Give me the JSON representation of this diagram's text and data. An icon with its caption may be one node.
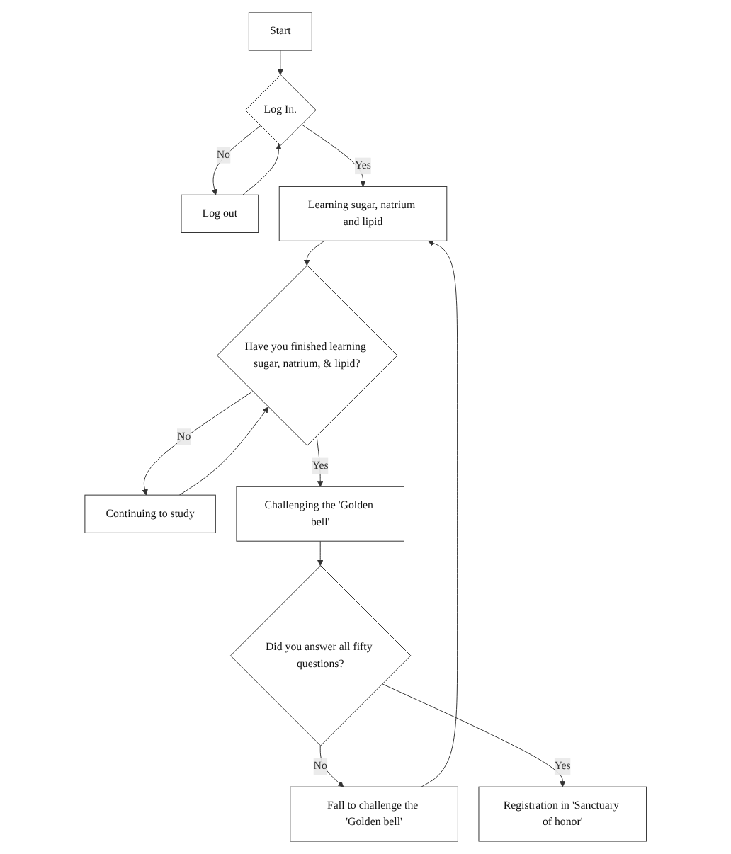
{
  "diagram": {
    "nodes": [
      {
        "text": [
          "Start"
        ]
      },
      {
        "text": [
          "Log In."
        ]
      },
      {
        "text": [
          "Log out"
        ]
      },
      {
        "text": [
          "Learning sugar, natrium and lipid"
        ]
      },
      {
        "text": [
          "Have you finished learning sugar, natrium, & lipid?"
        ]
      },
      {
        "text": [
          "Continuing to study"
        ]
      },
      {
        "text": [
          "Challenging the 'Golden bell'"
        ]
      },
      {
        "text": [
          "Did you answer all fifty questions?"
        ]
      },
      {
        "text": [
          "Fall to challenge the 'Golden bell'"
        ]
      },
      {
        "text": [
          "Registration in 'Sanctuary of honor'"
        ]
      }
    ],
    "edges": [
      {
        "from": 0,
        "to": 1,
        "arrow": "to"
      },
      {
        "from": 1,
        "to": 2,
        "arrow": "to",
        "label": "No"
      },
      {
        "from": 2,
        "to": 1,
        "arrow": "to"
      },
      {
        "from": 1,
        "to": 3,
        "arrow": "to",
        "label": "Yes"
      },
      {
        "from": 3,
        "to": 4,
        "arrow": "to"
      },
      {
        "from": 4,
        "to": 5,
        "arrow": "to",
        "label": "No"
      },
      {
        "from": 5,
        "to": 4,
        "arrow": "to"
      },
      {
        "from": 4,
        "to": 6,
        "arrow": "to",
        "label": "Yes"
      },
      {
        "from": 6,
        "to": 7,
        "arrow": "to"
      },
      {
        "from": 7,
        "to": 8,
        "arrow": "to",
        "label": "No"
      },
      {
        "from": 8,
        "to": 3,
        "arrow": "to"
      },
      {
        "from": 7,
        "to": 9,
        "arrow": "to",
        "label": "Yes"
      }
    ]
  }
}
